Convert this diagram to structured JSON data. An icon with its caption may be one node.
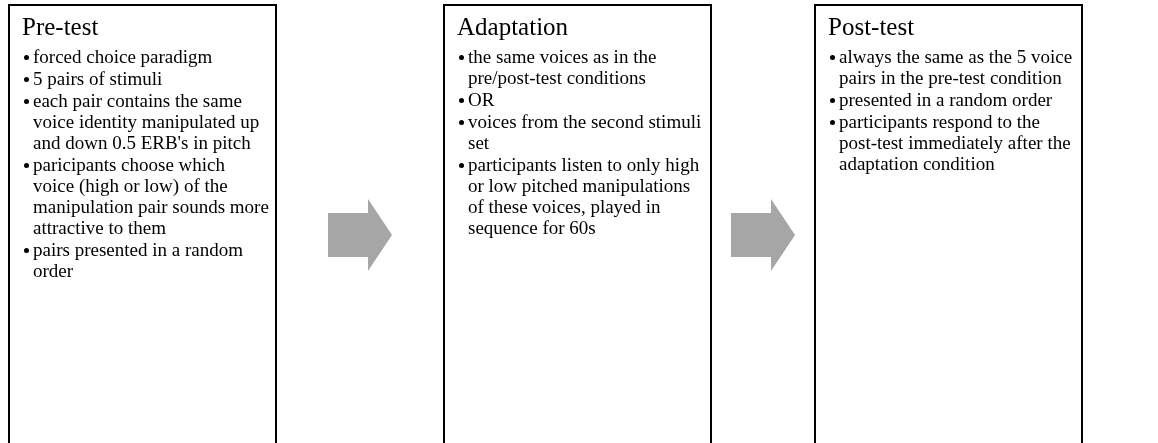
{
  "diagram": {
    "nodes": [
      {
        "text": [
          "Pre-test",
          "forced choice paradigm",
          "5 pairs of stimuli",
          "each pair contains the same voice identity manipulated up and down 0.5 ERB's in pitch",
          "paricipants choose which voice (high or low) of the manipulation pair sounds more attractive to them",
          "pairs presented in a random order"
        ]
      },
      {
        "text": [
          "Adaptation",
          "the same voices as in the pre/post-test conditions",
          "OR",
          "voices from the second stimuli set",
          "participants listen to only high or low pitched manipulations of these voices, played in sequence for 60s"
        ]
      },
      {
        "text": [
          "Post-test",
          "always the same as the 5 voice pairs in the pre-test condition",
          "presented in a random order",
          "participants respond to the post-test immediately after the adaptation condition"
        ]
      }
    ],
    "edges": [
      {
        "from": 0,
        "to": 1,
        "arrow": "to",
        "style": "thick"
      },
      {
        "from": 1,
        "to": 2,
        "arrow": "to",
        "style": "thick"
      }
    ]
  }
}
